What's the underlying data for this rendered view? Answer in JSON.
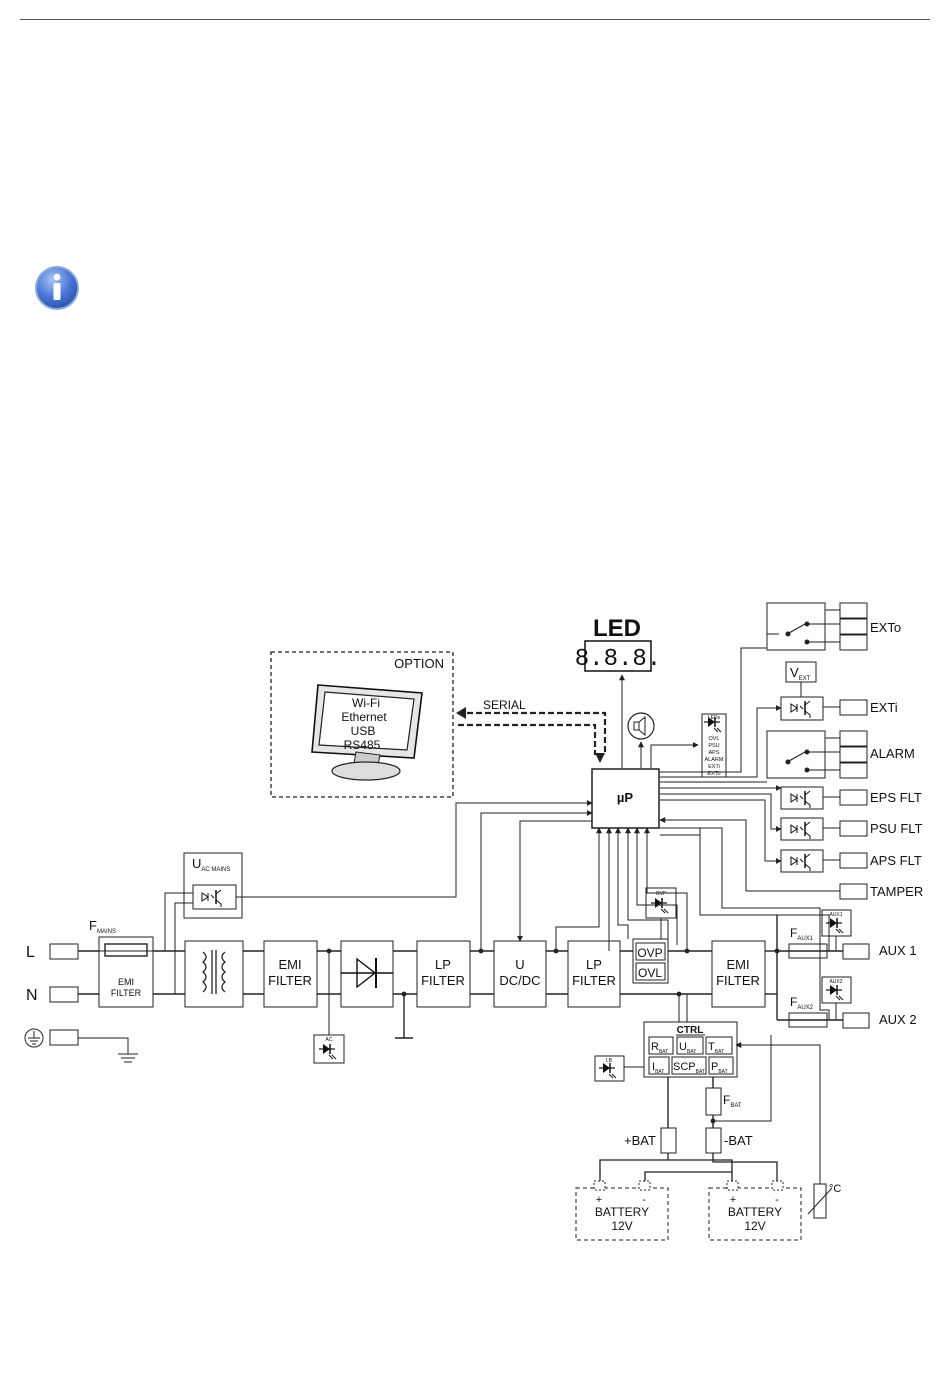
{
  "icons": {
    "info": "info-icon",
    "speaker": "speaker-icon",
    "monitor": "monitor-icon",
    "ground": "ground-icon"
  },
  "option": {
    "title": "OPTION",
    "serial": "SERIAL",
    "monitor_lines": [
      "Wi-Fi",
      "Ethernet",
      "USB",
      "RS485"
    ]
  },
  "led": {
    "title": "LED",
    "display": "8.8.8."
  },
  "inputs": {
    "L": "L",
    "N": "N"
  },
  "fuses": {
    "mains": {
      "main": "F",
      "sub": "MAINS"
    },
    "aux1": {
      "main": "F",
      "sub": "AUX1"
    },
    "aux2": {
      "main": "F",
      "sub": "AUX2"
    },
    "bat": {
      "main": "F",
      "sub": "BAT"
    }
  },
  "blocks": {
    "emi_in": [
      "EMI",
      "FILTER"
    ],
    "uac": {
      "main": "U",
      "sub": "AC MAINS"
    },
    "emi1": [
      "EMI",
      "FILTER"
    ],
    "lp1": [
      "LP",
      "FILTER"
    ],
    "dcdc": [
      "U",
      "DC/DC"
    ],
    "lp2": [
      "LP",
      "FILTER"
    ],
    "emi2": [
      "EMI",
      "FILTER"
    ],
    "up": "µP",
    "ovp": "OVP",
    "ovl": "OVL",
    "ovp_led": "OVP",
    "ac_led": "AC",
    "lb_led": "LB",
    "aux1_led": "AUX1",
    "aux2_led": "AUX2"
  },
  "leds_list": [
    "LEDs",
    "OVL",
    "PSU",
    "APS",
    "ALARM",
    "EXTi",
    "EXTo"
  ],
  "ctrl": {
    "title": "CTRL",
    "cells": [
      {
        "main": "R",
        "sub": "BAT"
      },
      {
        "main": "U",
        "sub": "BAT"
      },
      {
        "main": "T",
        "sub": "BAT"
      },
      {
        "main": "I",
        "sub": "BAT"
      },
      {
        "main": "SCP",
        "sub": "BAT"
      },
      {
        "main": "P",
        "sub": "BAT"
      }
    ]
  },
  "vext": {
    "main": "V",
    "sub": "EXT"
  },
  "outputs": {
    "exto": "EXTo",
    "exti": "EXTi",
    "alarm": "ALARM",
    "eps": "EPS FLT",
    "psu": "PSU FLT",
    "aps": "APS FLT",
    "tamper": "TAMPER",
    "aux1": "AUX 1",
    "aux2": "AUX 2"
  },
  "battery": {
    "plus_label": "+BAT",
    "minus_label": "-BAT",
    "unit": [
      "BATTERY",
      "12V"
    ],
    "pole_plus": "+",
    "pole_minus": "-",
    "temp": "°C"
  }
}
